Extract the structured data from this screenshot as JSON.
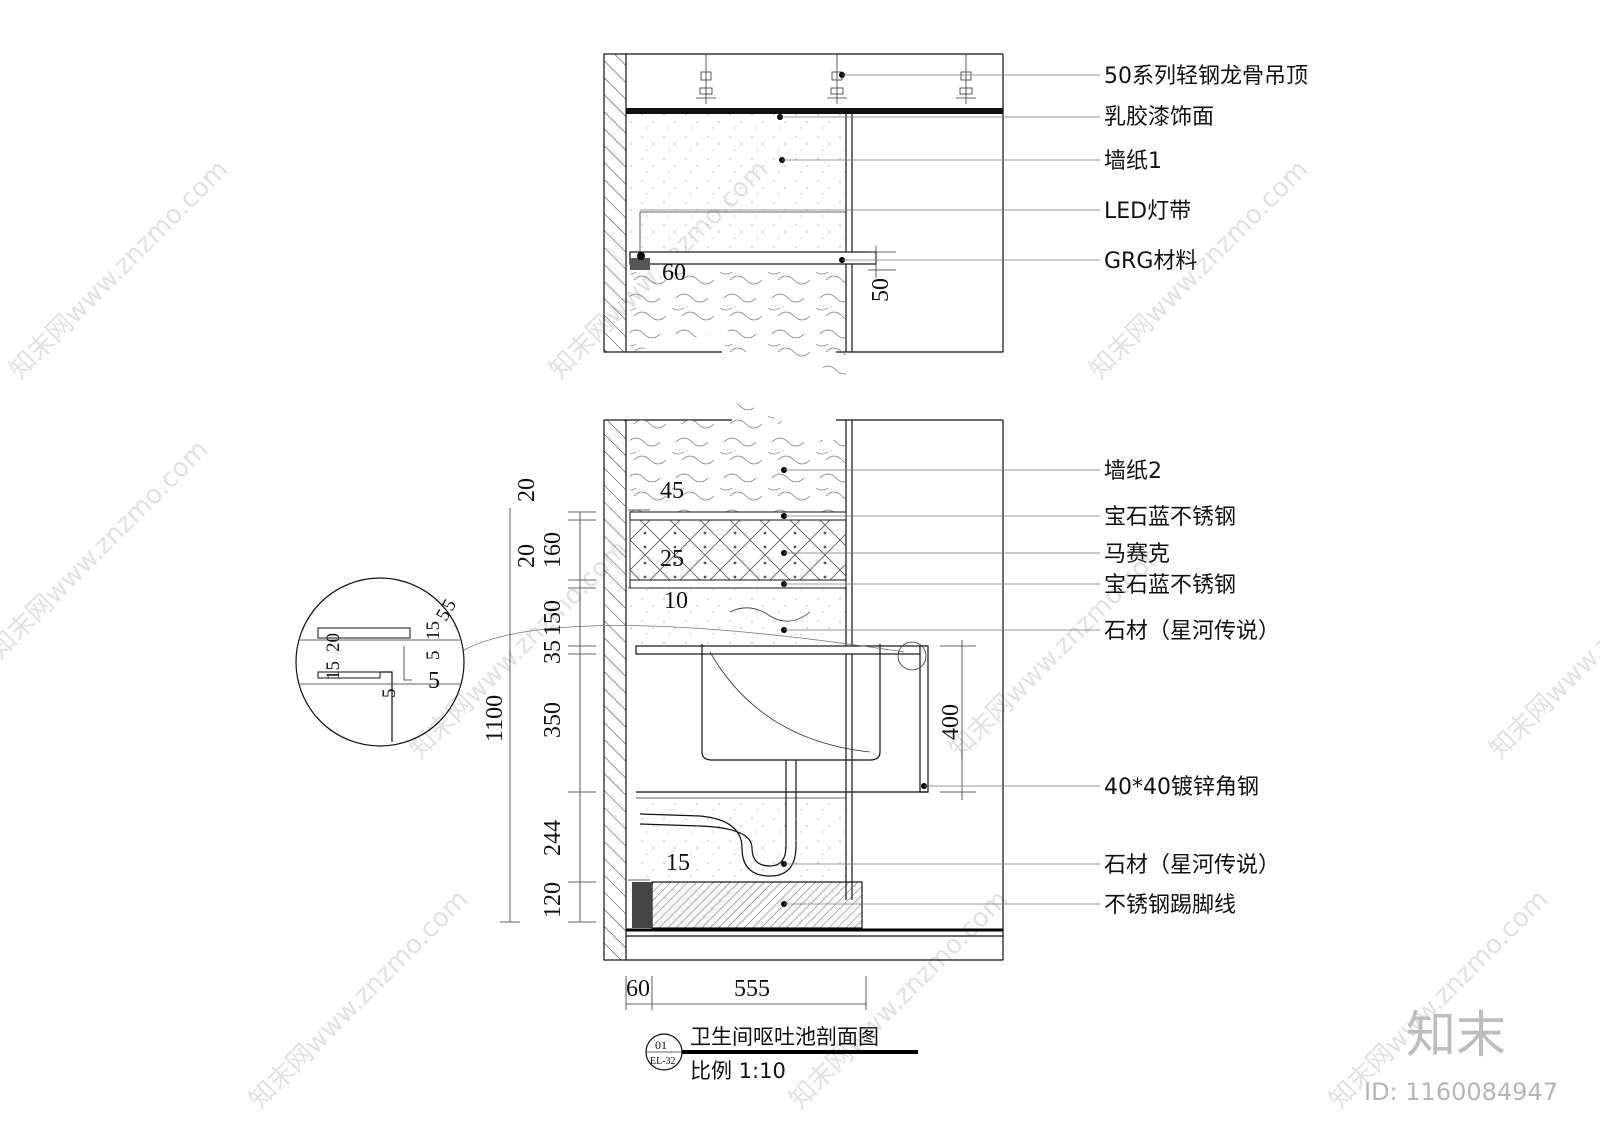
{
  "callouts": [
    {
      "id": "c1",
      "text": "50系列轻钢龙骨吊顶"
    },
    {
      "id": "c2",
      "text": "乳胶漆饰面"
    },
    {
      "id": "c3",
      "text": "墙纸1"
    },
    {
      "id": "c4",
      "text": "LED灯带"
    },
    {
      "id": "c5",
      "text": "GRG材料"
    },
    {
      "id": "c6",
      "text": "墙纸2"
    },
    {
      "id": "c7",
      "text": "宝石蓝不锈钢"
    },
    {
      "id": "c8",
      "text": "马赛克"
    },
    {
      "id": "c9",
      "text": "宝石蓝不锈钢"
    },
    {
      "id": "c10",
      "text": "石材（星河传说）"
    },
    {
      "id": "c11",
      "text": "40*40镀锌角钢"
    },
    {
      "id": "c12",
      "text": "石材（星河传说）"
    },
    {
      "id": "c13",
      "text": "不锈钢踢脚线"
    }
  ],
  "dimensions": {
    "top_60": "60",
    "top_50": "50",
    "inner_45": "45",
    "inner_25": "25",
    "inner_10": "10",
    "inner_15": "15",
    "v_20a": "20",
    "v_20b": "20",
    "v_160": "160",
    "v_150": "150",
    "v_35": "35",
    "v_350": "350",
    "v_244": "244",
    "v_120": "120",
    "v_1100": "1100",
    "v_400": "400",
    "h_60": "60",
    "h_555": "555"
  },
  "detail": {
    "d_15": "15",
    "d_20": "20",
    "d_5a": "5",
    "d_15b": "15",
    "d_5b": "5",
    "d_5c": "5",
    "d_5d": "5",
    "d_5e": "5"
  },
  "title_block": {
    "sheet_no": "01",
    "sheet_ref": "EL-32",
    "title": "卫生间呕吐池剖面图",
    "scale": "比例  1:10"
  },
  "watermark": {
    "text": "知末网www.znzmo.com",
    "brand": "知末",
    "id_text": "ID: 1160084947"
  }
}
